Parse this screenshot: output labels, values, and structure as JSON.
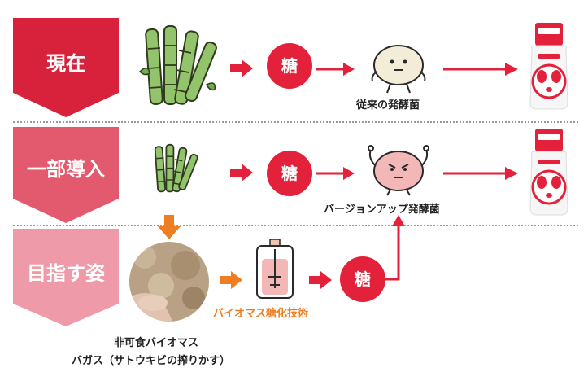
{
  "stages": [
    {
      "label": "現在",
      "color": "#d8213b"
    },
    {
      "label": "一部導入",
      "color": "#e35a6e"
    },
    {
      "label": "目指す姿",
      "color": "#ee9aa8"
    }
  ],
  "sugar_label": "糖",
  "conventional_yeast": "従来の発酵菌",
  "upgraded_yeast": "バージョンアップ発酵菌",
  "saccharification_tech": "バイオマス糖化技術",
  "biomass_caption": {
    "line1": "非可食バイオマス",
    "line2": "バガス（サトウキビの搾りかす）"
  },
  "colors": {
    "arrow_red": "#e3213a",
    "arrow_orange": "#ef7d22",
    "cane_green": "#93c36a",
    "yeast_beige": "#f3ecd6",
    "yeast_pink": "#f4b7b7"
  }
}
